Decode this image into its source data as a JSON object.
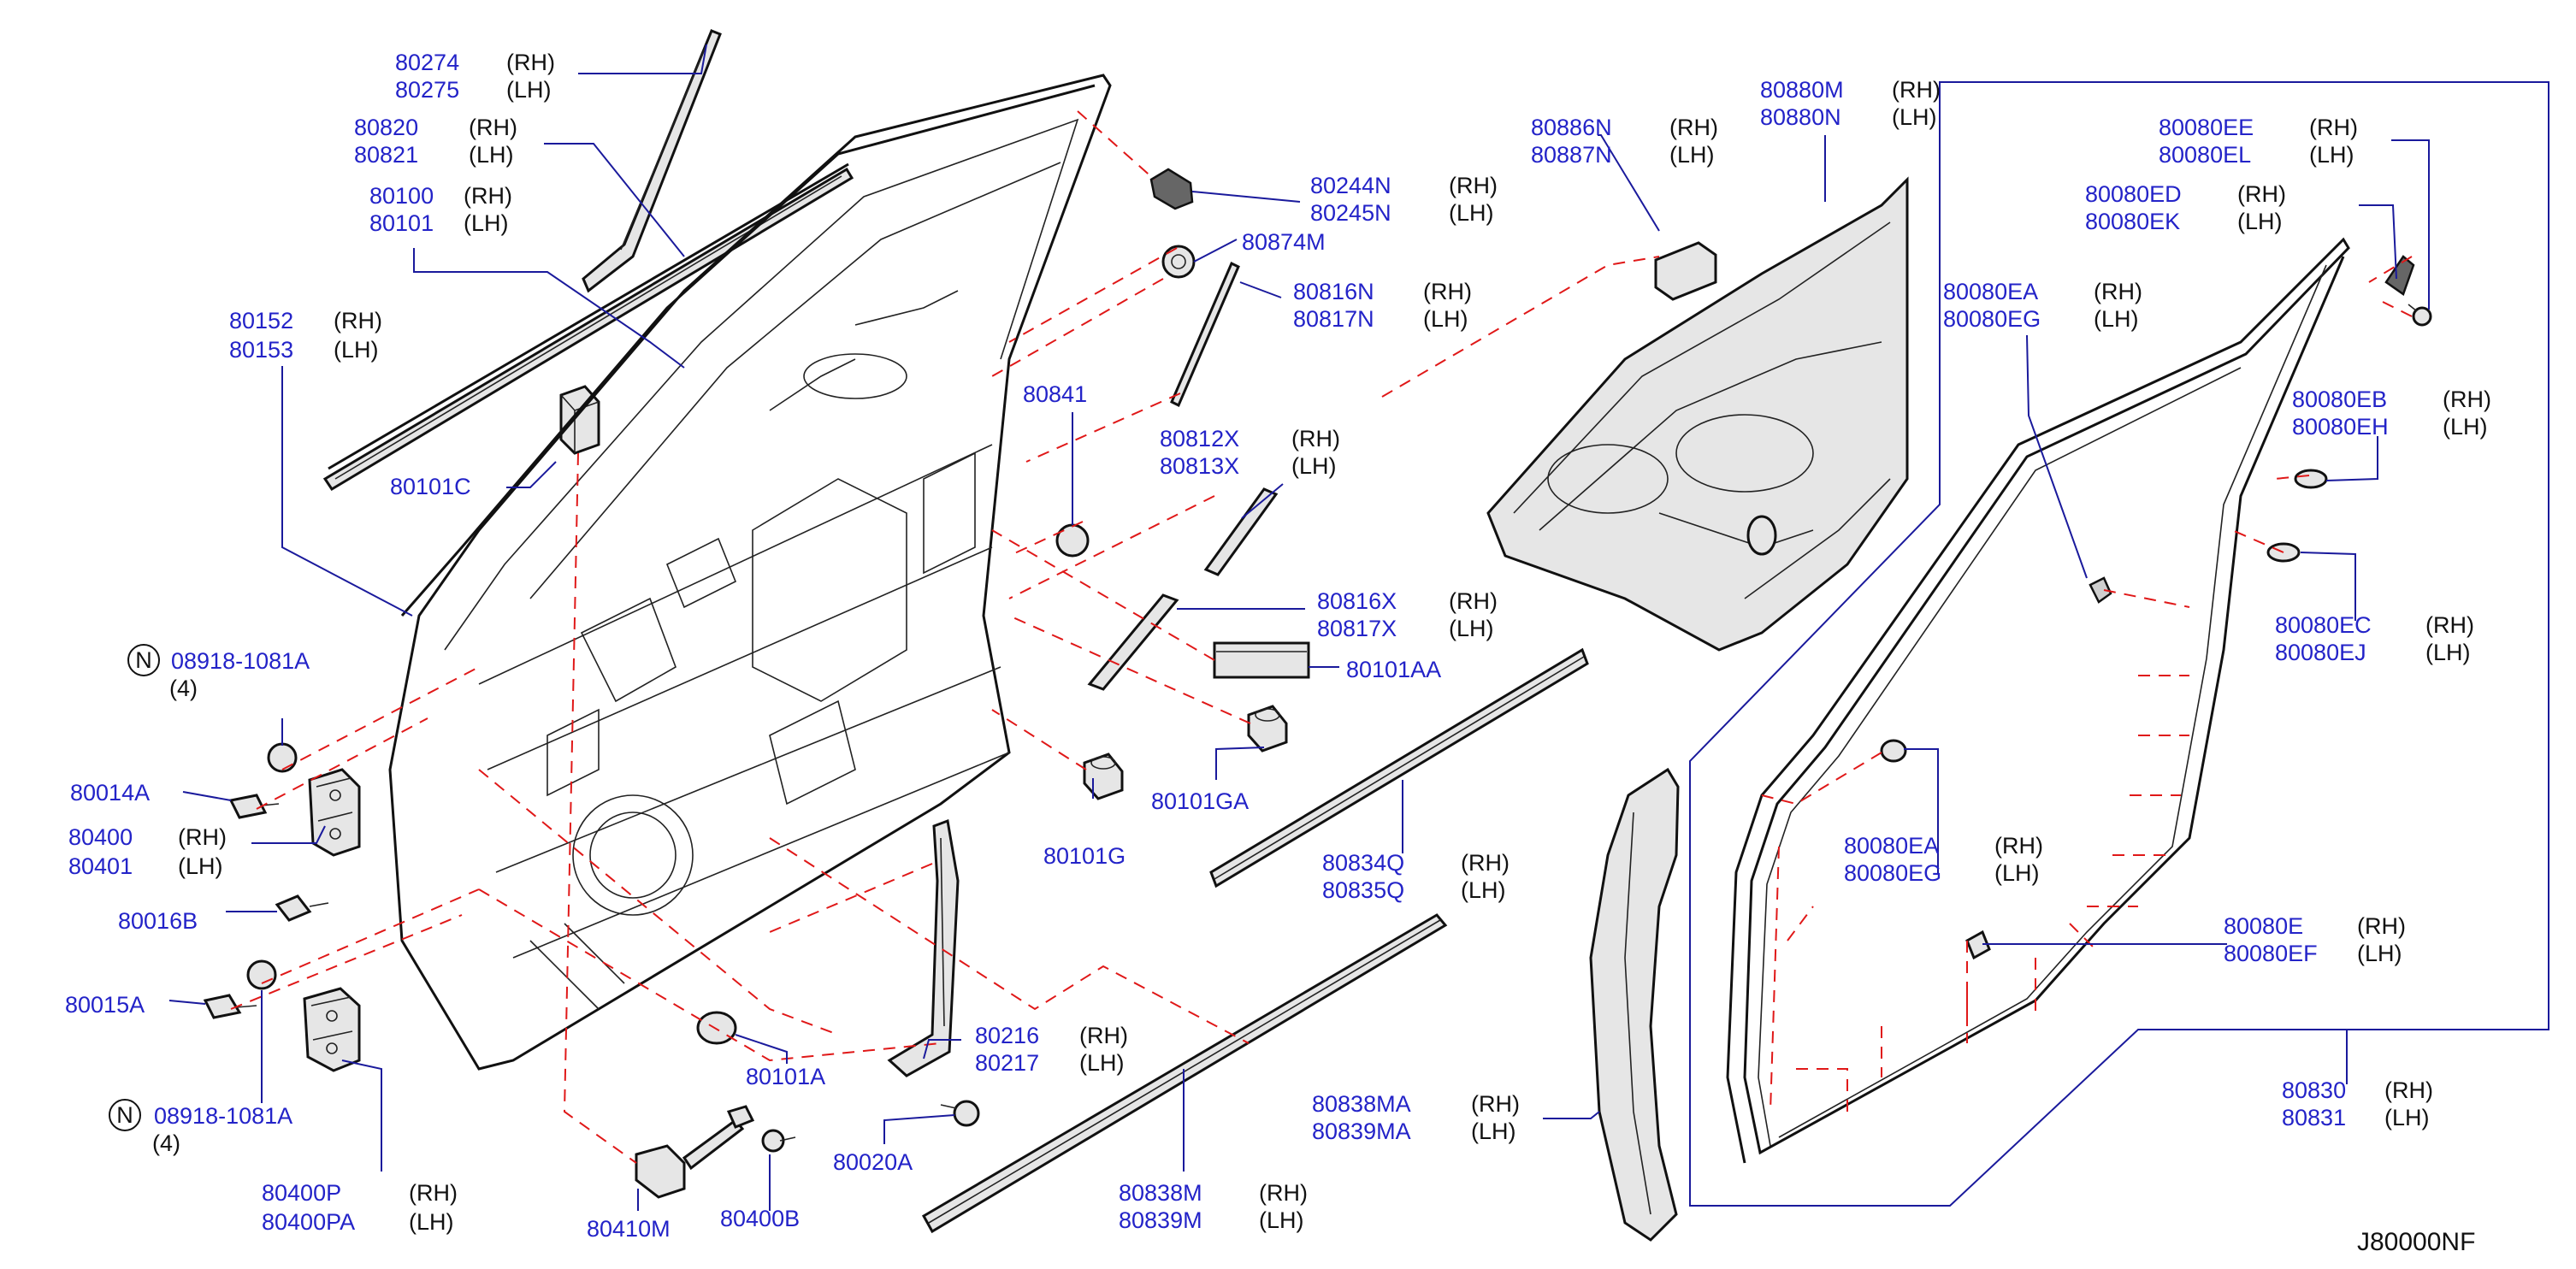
{
  "diagram": {
    "reference": "J80000NF",
    "note_symbol": "N",
    "parts": [
      {
        "id": "80274",
        "side": "(RH)"
      },
      {
        "id": "80275",
        "side": "(LH)"
      },
      {
        "id": "80820",
        "side": "(RH)"
      },
      {
        "id": "80821",
        "side": "(LH)"
      },
      {
        "id": "80100",
        "side": "(RH)"
      },
      {
        "id": "80101",
        "side": "(LH)"
      },
      {
        "id": "80152",
        "side": "(RH)"
      },
      {
        "id": "80153",
        "side": "(LH)"
      },
      {
        "id": "80101C",
        "side": ""
      },
      {
        "id": "08918-1081A",
        "side": "(4)"
      },
      {
        "id": "80014A",
        "side": ""
      },
      {
        "id": "80400",
        "side": "(RH)"
      },
      {
        "id": "80401",
        "side": "(LH)"
      },
      {
        "id": "80016B",
        "side": ""
      },
      {
        "id": "80015A",
        "side": ""
      },
      {
        "id": "08918-1081A",
        "side": "(4)"
      },
      {
        "id": "80400P",
        "side": "(RH)"
      },
      {
        "id": "80400PA",
        "side": "(LH)"
      },
      {
        "id": "80410M",
        "side": ""
      },
      {
        "id": "80400B",
        "side": ""
      },
      {
        "id": "80101A",
        "side": ""
      },
      {
        "id": "80020A",
        "side": ""
      },
      {
        "id": "80216",
        "side": "(RH)"
      },
      {
        "id": "80217",
        "side": "(LH)"
      },
      {
        "id": "80838M",
        "side": "(RH)"
      },
      {
        "id": "80839M",
        "side": "(LH)"
      },
      {
        "id": "80244N",
        "side": "(RH)"
      },
      {
        "id": "80245N",
        "side": "(LH)"
      },
      {
        "id": "80874M",
        "side": ""
      },
      {
        "id": "80816N",
        "side": "(RH)"
      },
      {
        "id": "80817N",
        "side": "(LH)"
      },
      {
        "id": "80841",
        "side": ""
      },
      {
        "id": "80812X",
        "side": "(RH)"
      },
      {
        "id": "80813X",
        "side": "(LH)"
      },
      {
        "id": "80816X",
        "side": "(RH)"
      },
      {
        "id": "80817X",
        "side": "(LH)"
      },
      {
        "id": "80101AA",
        "side": ""
      },
      {
        "id": "80101GA",
        "side": ""
      },
      {
        "id": "80101G",
        "side": ""
      },
      {
        "id": "80834Q",
        "side": "(RH)"
      },
      {
        "id": "80835Q",
        "side": "(LH)"
      },
      {
        "id": "80838MA",
        "side": "(RH)"
      },
      {
        "id": "80839MA",
        "side": "(LH)"
      },
      {
        "id": "80886N",
        "side": "(RH)"
      },
      {
        "id": "80887N",
        "side": "(LH)"
      },
      {
        "id": "80880M",
        "side": "(RH)"
      },
      {
        "id": "80880N",
        "side": "(LH)"
      },
      {
        "id": "80080EE",
        "side": "(RH)"
      },
      {
        "id": "80080EL",
        "side": "(LH)"
      },
      {
        "id": "80080ED",
        "side": "(RH)"
      },
      {
        "id": "80080EK",
        "side": "(LH)"
      },
      {
        "id": "80080EA",
        "side": "(RH)"
      },
      {
        "id": "80080EG",
        "side": "(LH)"
      },
      {
        "id": "80080EB",
        "side": "(RH)"
      },
      {
        "id": "80080EH",
        "side": "(LH)"
      },
      {
        "id": "80080EC",
        "side": "(RH)"
      },
      {
        "id": "80080EJ",
        "side": "(LH)"
      },
      {
        "id": "80080EA",
        "side": "(RH)"
      },
      {
        "id": "80080EG",
        "side": "(LH)"
      },
      {
        "id": "80080E",
        "side": "(RH)"
      },
      {
        "id": "80080EF",
        "side": "(LH)"
      },
      {
        "id": "80830",
        "side": "(RH)"
      },
      {
        "id": "80831",
        "side": "(LH)"
      }
    ]
  }
}
